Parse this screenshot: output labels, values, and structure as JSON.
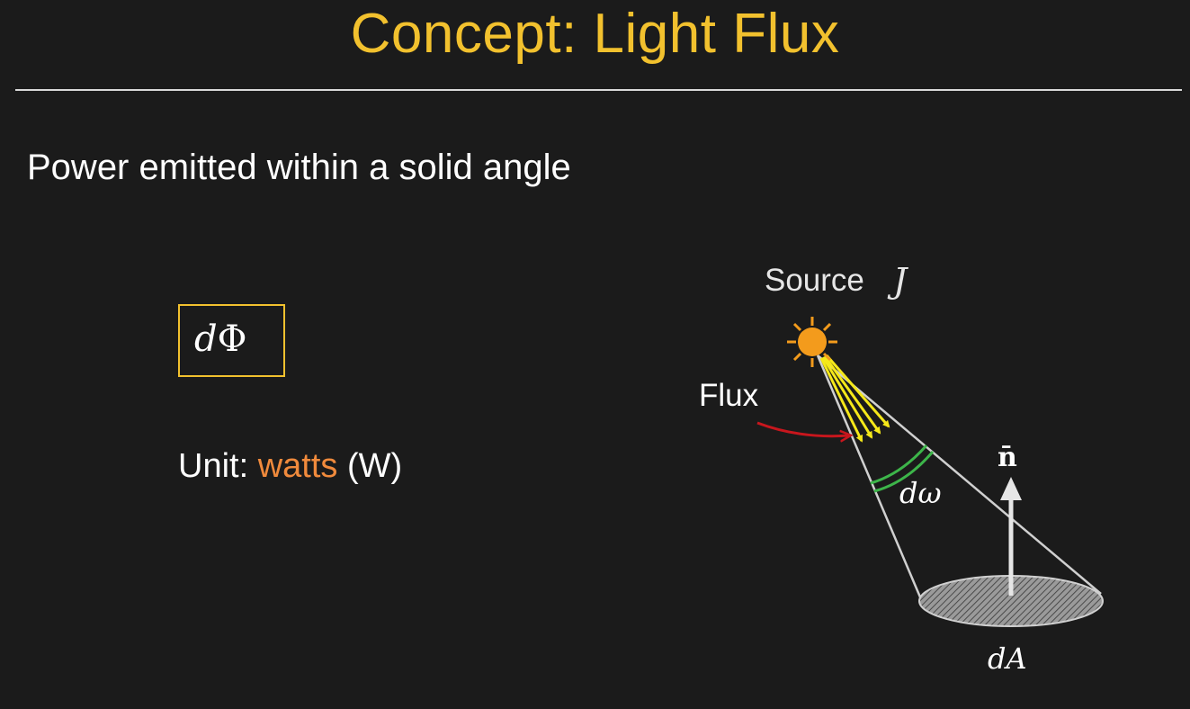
{
  "slide": {
    "title": "Concept: Light Flux",
    "subtitle": "Power emitted within a solid angle",
    "formula": {
      "d": "d",
      "symbol": "Φ"
    },
    "unit": {
      "prefix": "Unit: ",
      "highlight": "watts",
      "suffix": " (W)"
    }
  },
  "diagram": {
    "source_label": "Source",
    "source_symbol": "J",
    "flux_label": "Flux",
    "solid_angle_label": "dω",
    "normal_label": "n̄",
    "area_label": "dA"
  },
  "colors": {
    "background": "#1b1b1b",
    "title": "#f2c12e",
    "box_border": "#f2c12e",
    "accent_orange": "#f08a3c",
    "sun": "#f39b1c",
    "rays": "#f5e81a",
    "flux_arrow": "#c8161d",
    "solid_angle_arc": "#3db54a",
    "lines": "#d0d0d0"
  },
  "icons": {
    "source": "sun-icon",
    "normal": "up-arrow-icon",
    "area": "hatched-ellipse"
  }
}
